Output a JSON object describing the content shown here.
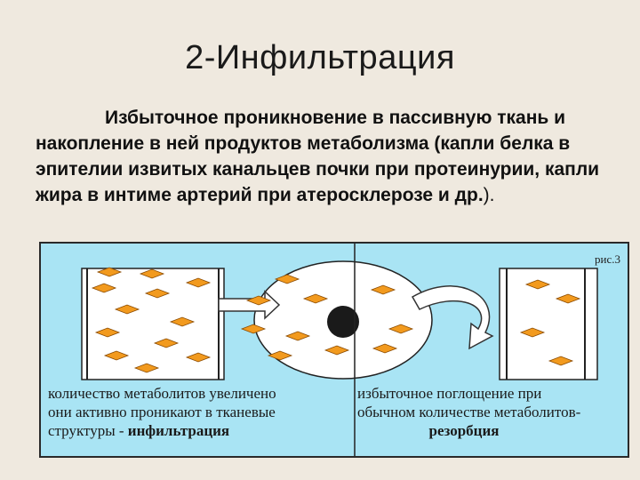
{
  "slide": {
    "title": "2-Инфильтрация",
    "description": {
      "main": "Избыточное проникновение в пассивную ткань и накопление в ней продуктов метаболизма (капли белка в эпителии извитых канальцев почки при протеинурии, капли жира в интиме артерий при атеросклерозе и др.",
      "tail": ")."
    }
  },
  "figure": {
    "label": "рис.3",
    "left_caption": {
      "line1": "количество метаболитов увеличено",
      "line2": "они активно проникают в тканевые",
      "line3": "структуры - ",
      "term": "инфильтрация"
    },
    "right_caption": {
      "line1": "избыточное поглощение при",
      "line2": "обычном количестве метаболитов-",
      "term": "резорбция"
    },
    "colors": {
      "background": "#a9e4f4",
      "droplet": "#f29a1e",
      "nucleus": "#1a1a1a",
      "cell": "#ffffff"
    }
  }
}
